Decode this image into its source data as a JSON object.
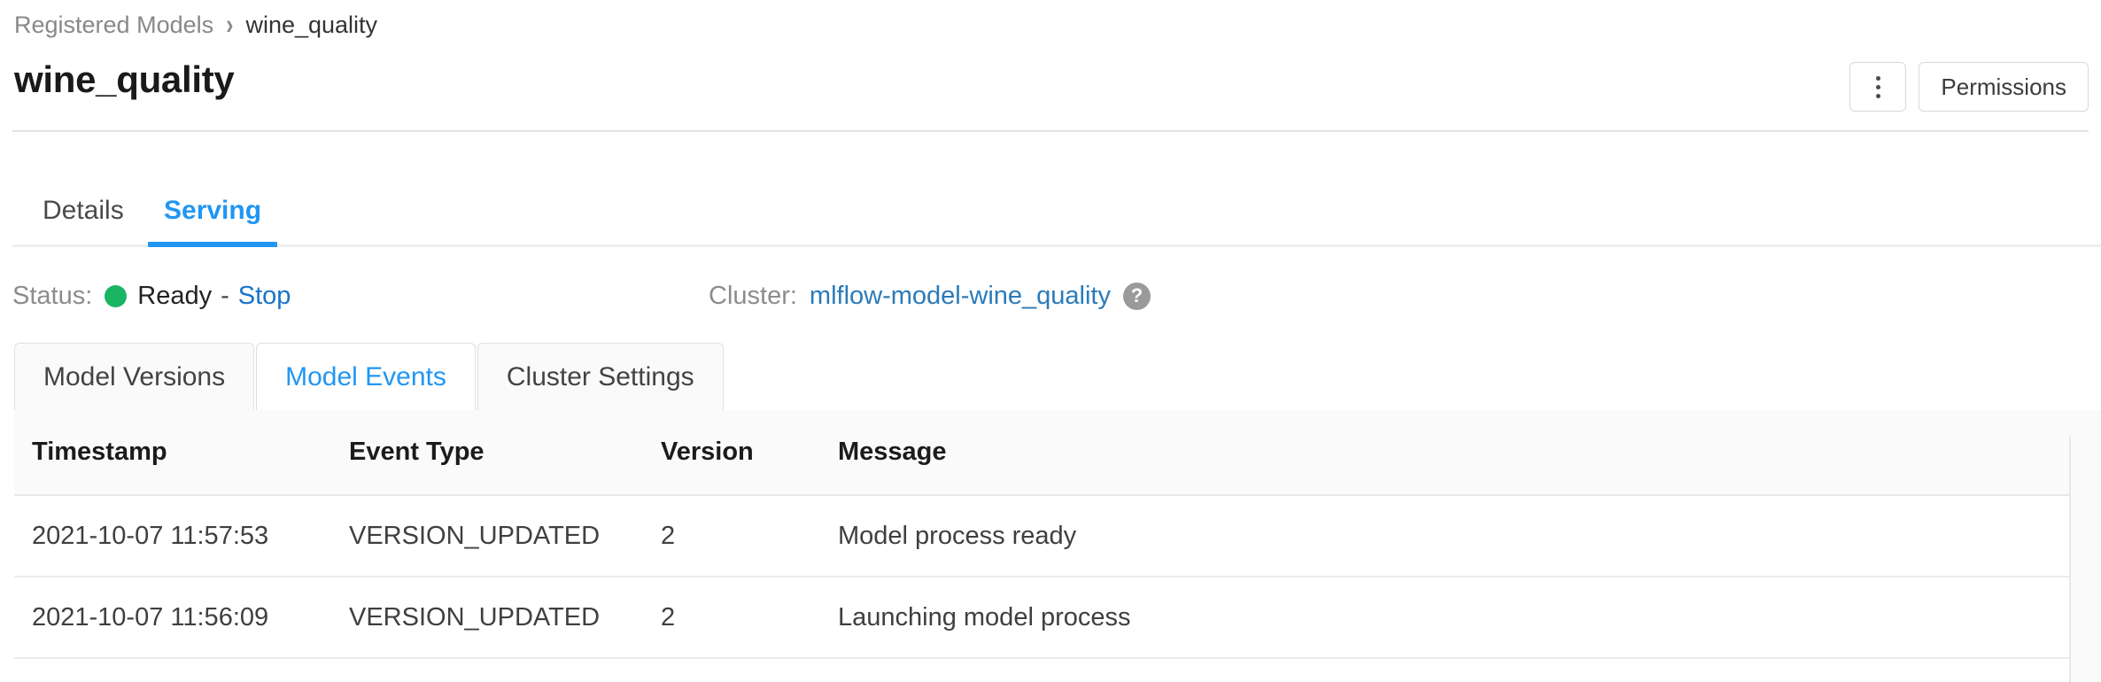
{
  "breadcrumb": {
    "parent": "Registered Models",
    "separator": "›",
    "current": "wine_quality"
  },
  "header": {
    "title": "wine_quality",
    "kebab_icon": "kebab-menu-icon",
    "permissions_label": "Permissions"
  },
  "tabs": [
    {
      "label": "Details",
      "active": false
    },
    {
      "label": "Serving",
      "active": true
    }
  ],
  "status": {
    "status_label": "Status:",
    "status_value": "Ready",
    "status_color": "#19b562",
    "separator": "-",
    "stop_label": "Stop",
    "cluster_label": "Cluster:",
    "cluster_value": "mlflow-model-wine_quality",
    "help_icon": "?",
    "link_color": "#1874c8",
    "cluster_link_color": "#2a7ab9"
  },
  "subtabs": [
    {
      "label": "Model Versions",
      "active": false
    },
    {
      "label": "Model Events",
      "active": true
    },
    {
      "label": "Cluster Settings",
      "active": false
    }
  ],
  "table": {
    "columns": [
      "Timestamp",
      "Event Type",
      "Version",
      "Message"
    ],
    "rows": [
      {
        "timestamp": "2021-10-07 11:57:53",
        "event_type": "VERSION_UPDATED",
        "version": "2",
        "message": "Model process ready"
      },
      {
        "timestamp": "2021-10-07 11:56:09",
        "event_type": "VERSION_UPDATED",
        "version": "2",
        "message": "Launching model process"
      }
    ]
  },
  "accent_color": "#2196f3"
}
